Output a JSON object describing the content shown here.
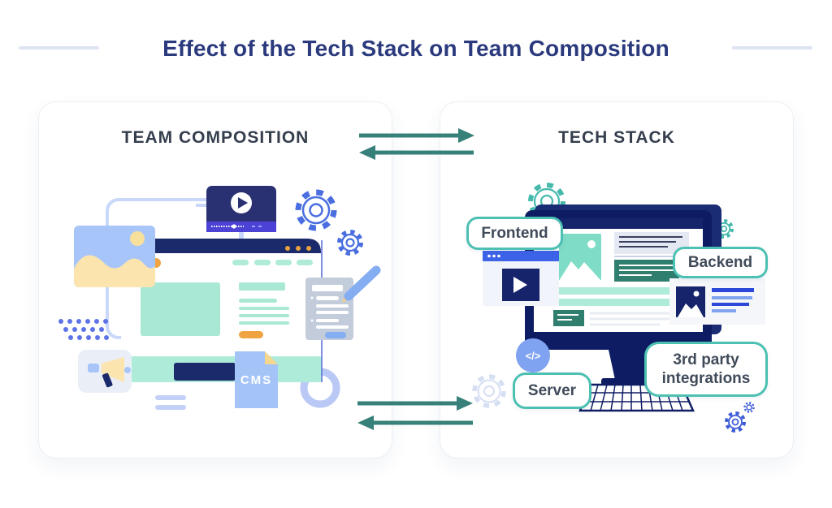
{
  "title": {
    "text": "Effect of the Tech Stack on Team Composition"
  },
  "left_panel": {
    "heading": "TEAM COMPOSITION",
    "cms_file_label": "CMS"
  },
  "right_panel": {
    "heading": "TECH STACK",
    "labels": {
      "frontend": "Frontend",
      "backend": "Backend",
      "server": "Server",
      "third_party_line1": "3rd party",
      "third_party_line2": "integrations"
    },
    "code_circle_text": "</>"
  },
  "colors": {
    "title_navy": "#2B3A7D",
    "heading_slate": "#353E4D",
    "arrow_teal": "#37817A",
    "pill_border_teal": "#4CC0B2",
    "pill_text": "#404B5A",
    "navy_dark": "#0E1D63",
    "navy_mid": "#1B2A6B",
    "royal_blue": "#3D63E8",
    "indigo_bar": "#4D42D6",
    "periwinkle_outline": "#C9D8FA",
    "light_blue": "#A8C5FA",
    "cornflower": "#7FA3F0",
    "mint_light": "#AFEBD9",
    "mint": "#A9E8D4",
    "mint_image": "#7FDCC6",
    "dark_teal_block": "#2F7E6E",
    "teal_gear": "#45B9AC",
    "sand_yellow": "#FBE4AE",
    "orange": "#F0A441",
    "doc_gray": "#C2CCDA",
    "dots_blue": "#5E73E8",
    "gear_blue": "#4A6EE0"
  }
}
